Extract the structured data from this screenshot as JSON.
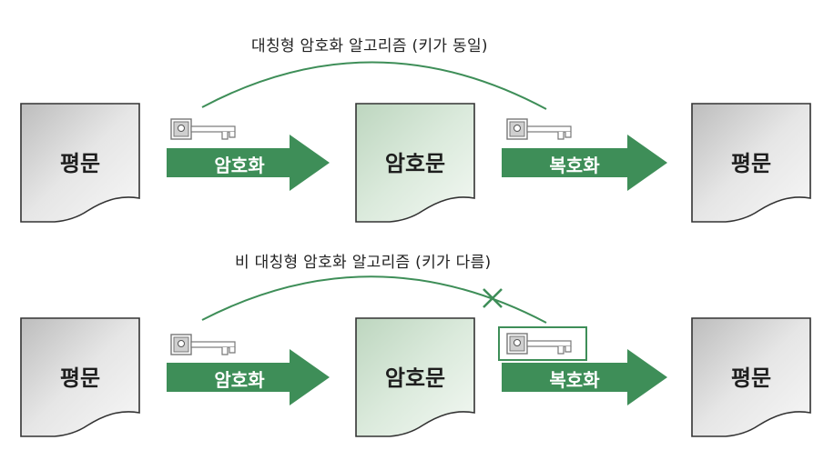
{
  "colors": {
    "accent_green": "#3e8e58",
    "doc_gray": "#d6d6d6",
    "doc_green": "#d5e6d6",
    "outline": "#333333"
  },
  "symmetric": {
    "title": "대칭형 암호화 알고리즘 (키가 동일)",
    "plaintext_left": "평문",
    "encrypt_label": "암호화",
    "ciphertext": "암호문",
    "decrypt_label": "복호화",
    "plaintext_right": "평문",
    "icons": [
      "key-icon",
      "key-icon"
    ]
  },
  "asymmetric": {
    "title": "비 대칭형 암호화 알고리즘 (키가 다름)",
    "plaintext_left": "평문",
    "encrypt_label": "암호화",
    "ciphertext": "암호문",
    "decrypt_label": "복호화",
    "plaintext_right": "평문",
    "icons": [
      "key-icon",
      "key-icon",
      "cross-mark-icon"
    ]
  }
}
